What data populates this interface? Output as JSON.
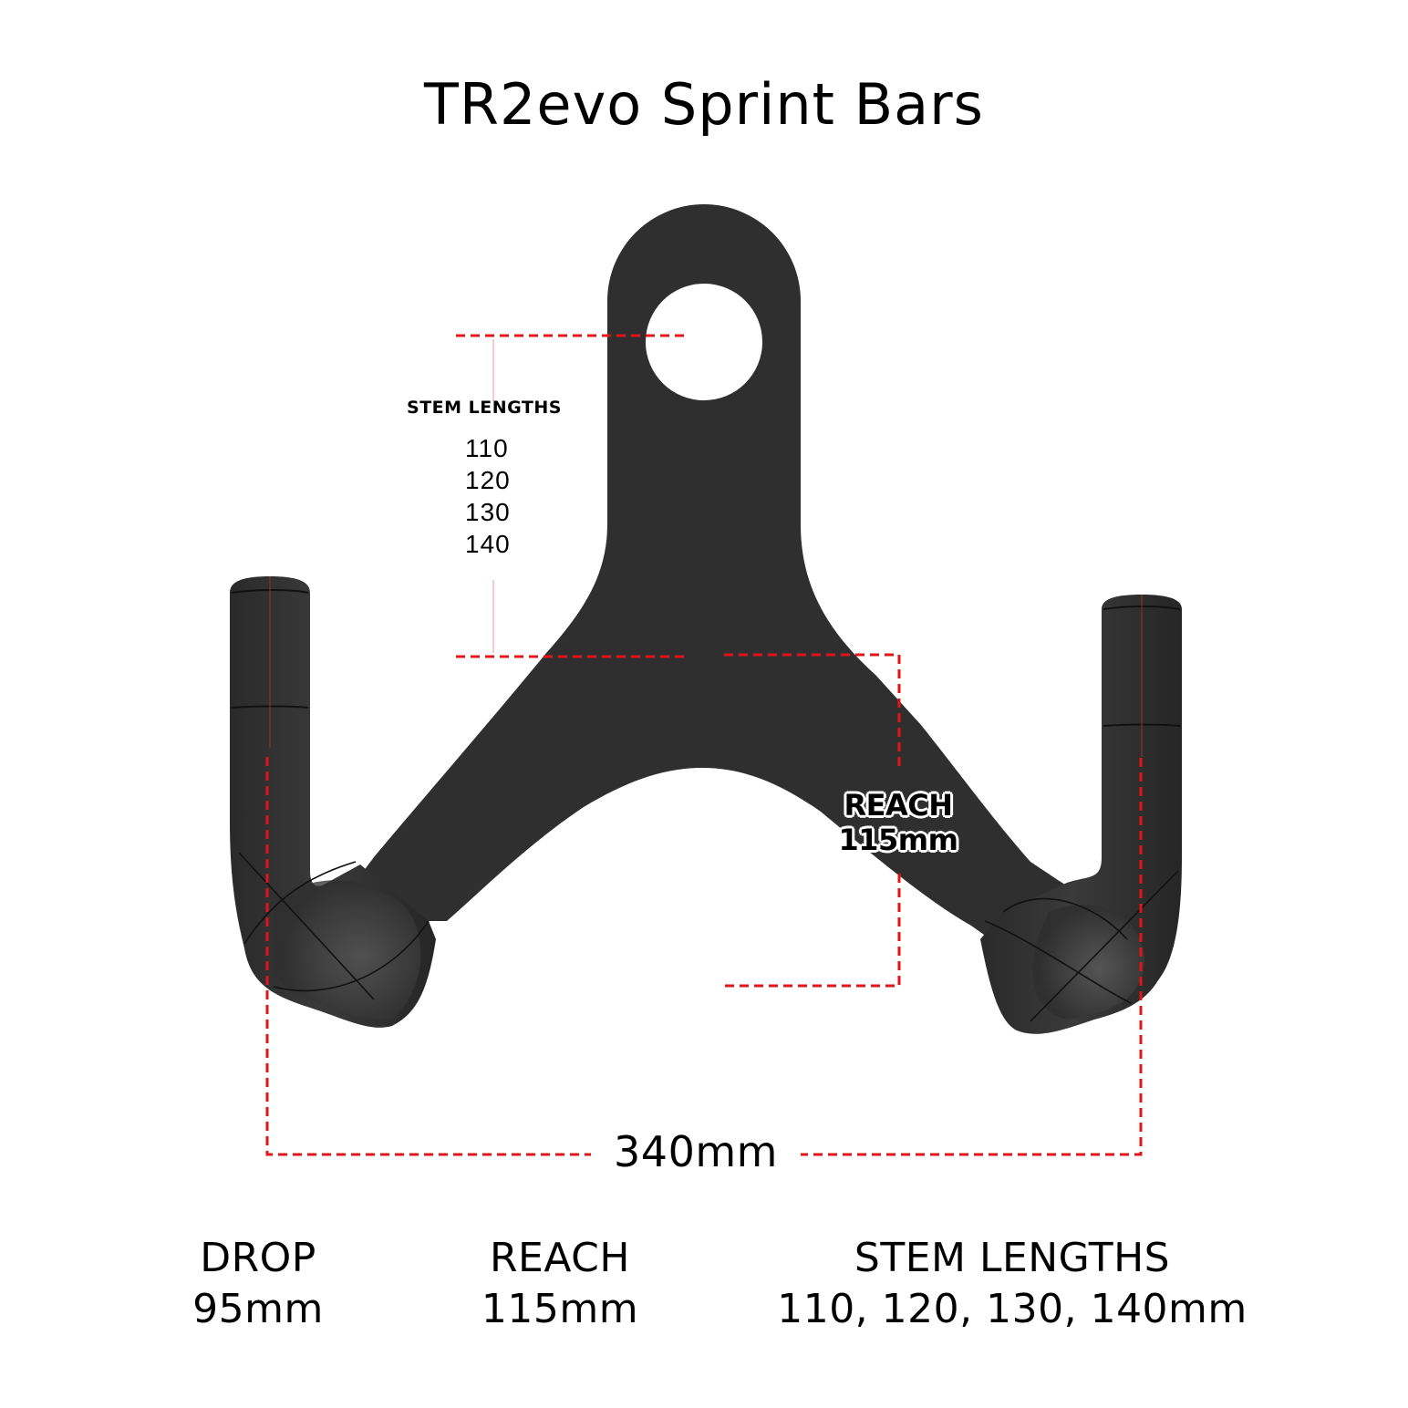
{
  "title": "TR2evo Sprint Bars",
  "colors": {
    "background": "#ffffff",
    "bar_fill": "#2f2f2f",
    "dimension_line": "#e0141b",
    "text": "#000000"
  },
  "diagram": {
    "stem_annotation": {
      "heading": "STEM LENGTHS",
      "values": [
        "110",
        "120",
        "130",
        "140"
      ]
    },
    "reach_annotation": {
      "label": "REACH",
      "value": "115mm"
    },
    "width_annotation": {
      "value": "340mm"
    }
  },
  "specs": [
    {
      "label": "DROP",
      "value": "95mm"
    },
    {
      "label": "REACH",
      "value": "115mm"
    },
    {
      "label": "STEM LENGTHS",
      "value": "110, 120, 130, 140mm"
    }
  ]
}
